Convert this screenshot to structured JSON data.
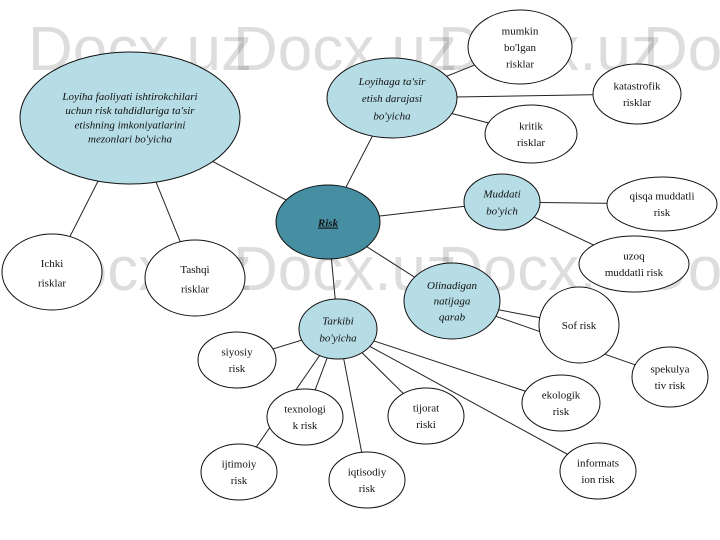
{
  "watermark": "Docx.uz",
  "colors": {
    "center": "#468fa2",
    "category": "#b6dce6",
    "leaf": "#ffffff"
  },
  "nodes": [
    {
      "id": "risk",
      "kind": "center",
      "lines": [
        "Risk"
      ]
    },
    {
      "id": "loyiha-faoliyat",
      "kind": "category",
      "lines": [
        "Loyiha faoliyati ishtirokchilari",
        "uchun risk tahdidlariga ta'sir",
        "etishning imkoniyatlarini",
        "mezonlari bo'yicha"
      ]
    },
    {
      "id": "ichki",
      "kind": "leaf",
      "lines": [
        "Ichki",
        "risklar"
      ]
    },
    {
      "id": "tashqi",
      "kind": "leaf",
      "lines": [
        "Tashqi",
        "risklar"
      ]
    },
    {
      "id": "loyihaga-tasir",
      "kind": "category",
      "lines": [
        "Loyihaga ta'sir",
        "etish darajasi",
        "bo'yicha"
      ]
    },
    {
      "id": "mumkin",
      "kind": "leaf",
      "lines": [
        "mumkin",
        "bo'lgan",
        "risklar"
      ]
    },
    {
      "id": "katastrofik",
      "kind": "leaf",
      "lines": [
        "katastrofik",
        "risklar"
      ]
    },
    {
      "id": "kritik",
      "kind": "leaf",
      "lines": [
        "kritik",
        "risklar"
      ]
    },
    {
      "id": "muddati",
      "kind": "category",
      "lines": [
        "Muddati",
        "bo'yich"
      ]
    },
    {
      "id": "qisqa",
      "kind": "leaf",
      "lines": [
        "qisqa muddatli",
        "risk"
      ]
    },
    {
      "id": "uzoq",
      "kind": "leaf",
      "lines": [
        "uzoq",
        "muddatli risk"
      ]
    },
    {
      "id": "olinadigan",
      "kind": "category",
      "lines": [
        "Olinadigan",
        "natijaga",
        "qarab"
      ]
    },
    {
      "id": "sof",
      "kind": "leaf",
      "lines": [
        "Sof risk"
      ]
    },
    {
      "id": "spekulyativ",
      "kind": "leaf",
      "lines": [
        "spekulya",
        "tiv risk"
      ]
    },
    {
      "id": "tarkibi",
      "kind": "category",
      "lines": [
        "Tarkibi",
        "bo'yicha"
      ]
    },
    {
      "id": "siyosiy",
      "kind": "leaf",
      "lines": [
        "siyosiy",
        "risk"
      ]
    },
    {
      "id": "texnologik",
      "kind": "leaf",
      "lines": [
        "texnologi",
        "k risk"
      ]
    },
    {
      "id": "ijtimoiy",
      "kind": "leaf",
      "lines": [
        "ijtimoiy",
        "risk"
      ]
    },
    {
      "id": "iqtisodiy",
      "kind": "leaf",
      "lines": [
        "iqtisodiy",
        "risk"
      ]
    },
    {
      "id": "tijorat",
      "kind": "leaf",
      "lines": [
        "tijorat",
        "riski"
      ]
    },
    {
      "id": "ekologik",
      "kind": "leaf",
      "lines": [
        "ekologik",
        "risk"
      ]
    },
    {
      "id": "informatsion",
      "kind": "leaf",
      "lines": [
        "informats",
        "ion risk"
      ]
    }
  ],
  "edges": [
    [
      "risk",
      "loyiha-faoliyat"
    ],
    [
      "loyiha-faoliyat",
      "ichki"
    ],
    [
      "loyiha-faoliyat",
      "tashqi"
    ],
    [
      "risk",
      "loyihaga-tasir"
    ],
    [
      "loyihaga-tasir",
      "mumkin"
    ],
    [
      "loyihaga-tasir",
      "katastrofik"
    ],
    [
      "loyihaga-tasir",
      "kritik"
    ],
    [
      "risk",
      "muddati"
    ],
    [
      "muddati",
      "qisqa"
    ],
    [
      "muddati",
      "uzoq"
    ],
    [
      "risk",
      "olinadigan"
    ],
    [
      "olinadigan",
      "sof"
    ],
    [
      "olinadigan",
      "spekulyativ"
    ],
    [
      "risk",
      "tarkibi"
    ],
    [
      "tarkibi",
      "siyosiy"
    ],
    [
      "tarkibi",
      "texnologik"
    ],
    [
      "tarkibi",
      "ijtimoiy"
    ],
    [
      "tarkibi",
      "iqtisodiy"
    ],
    [
      "tarkibi",
      "tijorat"
    ],
    [
      "tarkibi",
      "ekologik"
    ],
    [
      "tarkibi",
      "informatsion"
    ]
  ]
}
